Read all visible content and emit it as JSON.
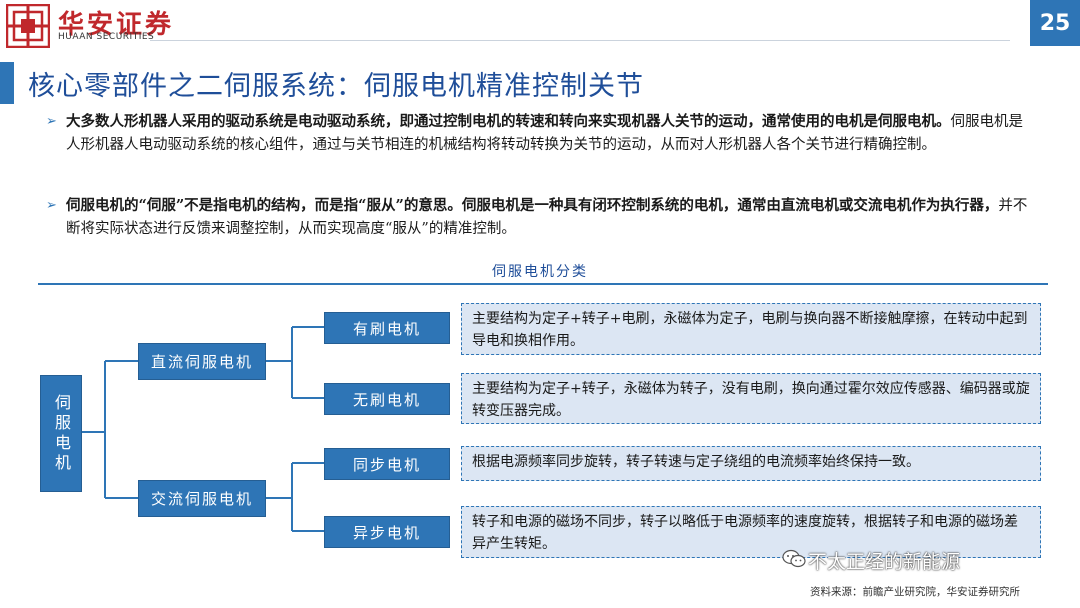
{
  "header": {
    "brand_cn": "华安证券",
    "brand_en": "HUAAN SECURITIES",
    "page_number": "25"
  },
  "title": "核心零部件之二伺服系统：伺服电机精准控制关节",
  "bullets": [
    {
      "bold": "大多数人形机器人采用的驱动系统是电动驱动系统，即通过控制电机的转速和转向来实现机器人关节的运动，通常使用的电机是伺服电机。",
      "normal": "伺服电机是人形机器人电动驱动系统的核心组件，通过与关节相连的机械结构将转动转换为关节的运动，从而对人形机器人各个关节进行精确控制。"
    },
    {
      "bold": "伺服电机的“伺服”不是指电机的结构，而是指“服从”的意思。伺服电机是一种具有闭环控制系统的电机，通常由直流电机或交流电机作为执行器，",
      "normal": "并不断将实际状态进行反馈来调整控制，从而实现高度“服从”的精准控制。"
    }
  ],
  "diagram": {
    "title": "伺服电机分类",
    "root": "伺服电机",
    "branches": [
      {
        "label": "直流伺服电机",
        "leaves": [
          {
            "label": "有刷电机",
            "desc": "主要结构为定子+转子+电刷，永磁体为定子，电刷与换向器不断接触摩擦，在转动中起到导电和换相作用。"
          },
          {
            "label": "无刷电机",
            "desc": "主要结构为定子+转子，永磁体为转子，没有电刷，换向通过霍尔效应传感器、编码器或旋转变压器完成。"
          }
        ]
      },
      {
        "label": "交流伺服电机",
        "leaves": [
          {
            "label": "同步电机",
            "desc": "根据电源频率同步旋转，转子转速与定子绕组的电流频率始终保持一致。"
          },
          {
            "label": "异步电机",
            "desc": "转子和电源的磁场不同步，转子以略低于电源频率的速度旋转，根据转子和电源的磁场差异产生转矩。"
          }
        ]
      }
    ]
  },
  "footer": {
    "watermark": "不太正经的新能源",
    "source": "资料来源：前瞻产业研究院，华安证券研究所"
  },
  "colors": {
    "accent": "#2e75b6",
    "brand_red": "#c0282c",
    "desc_fill": "#dce6f3"
  },
  "icons": {
    "logo": "huaan-logo-icon",
    "watermark": "wechat-icon"
  }
}
